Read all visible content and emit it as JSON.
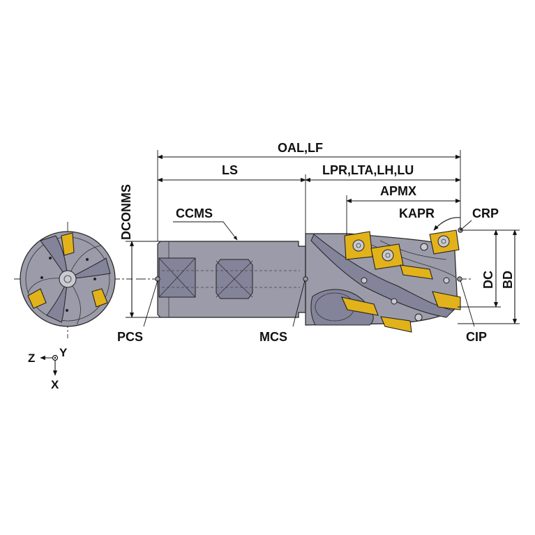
{
  "labels": {
    "oal_lf": "OAL,LF",
    "ls": "LS",
    "lpr_group": "LPR,LTA,LH,LU",
    "apmx": "APMX",
    "kapr": "KAPR",
    "crp": "CRP",
    "dconms": "DCONMS",
    "ccms": "CCMS",
    "dc": "DC",
    "bd": "BD",
    "pcs": "PCS",
    "mcs": "MCS",
    "cip": "CIP"
  },
  "axes": {
    "z": "Z",
    "y": "Y",
    "x": "X"
  },
  "colors": {
    "body": "#9b9ba9",
    "insert": "#e2b21a"
  }
}
